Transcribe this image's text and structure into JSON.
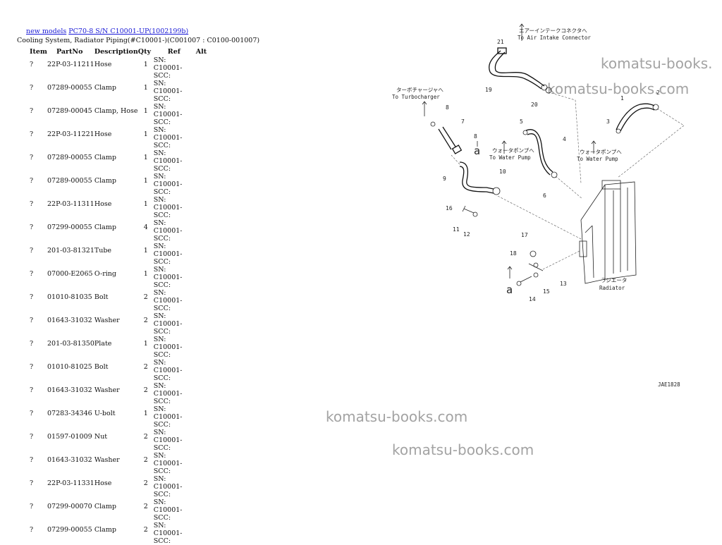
{
  "breadcrumb": {
    "link1": "new models",
    "link2": "PC70-8 S/N C10001-UP(1002199b)"
  },
  "subtitle": "Cooling System, Radiator Piping(#C10001-)(C001007 : C0100-001007)",
  "columns": [
    "Item",
    "PartNo",
    "Description",
    "Qty",
    "Ref",
    "Alt"
  ],
  "rows": [
    {
      "item": "?",
      "partno": "22P-03-11211",
      "desc": "Hose",
      "qty": "1",
      "ref": "SN: C10001-SCC:"
    },
    {
      "item": "?",
      "partno": "07289-00055",
      "desc": "Clamp",
      "qty": "1",
      "ref": "SN: C10001-SCC:"
    },
    {
      "item": "?",
      "partno": "07289-00045",
      "desc": "Clamp, Hose",
      "qty": "1",
      "ref": "SN: C10001-SCC:"
    },
    {
      "item": "?",
      "partno": "22P-03-11221",
      "desc": "Hose",
      "qty": "1",
      "ref": "SN: C10001-SCC:"
    },
    {
      "item": "?",
      "partno": "07289-00055",
      "desc": "Clamp",
      "qty": "1",
      "ref": "SN: C10001-SCC:"
    },
    {
      "item": "?",
      "partno": "07289-00055",
      "desc": "Clamp",
      "qty": "1",
      "ref": "SN: C10001-SCC:"
    },
    {
      "item": "?",
      "partno": "22P-03-11311",
      "desc": "Hose",
      "qty": "1",
      "ref": "SN: C10001-SCC:"
    },
    {
      "item": "?",
      "partno": "07299-00055",
      "desc": "Clamp",
      "qty": "4",
      "ref": "SN: C10001-SCC:"
    },
    {
      "item": "?",
      "partno": "201-03-81321",
      "desc": "Tube",
      "qty": "1",
      "ref": "SN: C10001-SCC:"
    },
    {
      "item": "?",
      "partno": "07000-E2065",
      "desc": "O-ring",
      "qty": "1",
      "ref": "SN: C10001-SCC:"
    },
    {
      "item": "?",
      "partno": "01010-81035",
      "desc": "Bolt",
      "qty": "2",
      "ref": "SN: C10001-SCC:"
    },
    {
      "item": "?",
      "partno": "01643-31032",
      "desc": "Washer",
      "qty": "2",
      "ref": "SN: C10001-SCC:"
    },
    {
      "item": "?",
      "partno": "201-03-81350",
      "desc": "Plate",
      "qty": "1",
      "ref": "SN: C10001-SCC:"
    },
    {
      "item": "?",
      "partno": "01010-81025",
      "desc": "Bolt",
      "qty": "2",
      "ref": "SN: C10001-SCC:"
    },
    {
      "item": "?",
      "partno": "01643-31032",
      "desc": "Washer",
      "qty": "2",
      "ref": "SN: C10001-SCC:"
    },
    {
      "item": "?",
      "partno": "07283-34346",
      "desc": "U-bolt",
      "qty": "1",
      "ref": "SN: C10001-SCC:"
    },
    {
      "item": "?",
      "partno": "01597-01009",
      "desc": "Nut",
      "qty": "2",
      "ref": "SN: C10001-SCC:"
    },
    {
      "item": "?",
      "partno": "01643-31032",
      "desc": "Washer",
      "qty": "2",
      "ref": "SN: C10001-SCC:"
    },
    {
      "item": "?",
      "partno": "22P-03-11331",
      "desc": "Hose",
      "qty": "2",
      "ref": "SN: C10001-SCC:"
    },
    {
      "item": "?",
      "partno": "07299-00070",
      "desc": "Clamp",
      "qty": "2",
      "ref": "SN: C10001-SCC:"
    },
    {
      "item": "?",
      "partno": "07299-00055",
      "desc": "Clamp",
      "qty": "2",
      "ref": "SN: C10001-SCC:"
    }
  ],
  "watermarks": {
    "w1": "komatsu-books.",
    "w2": "komatsu-books.com",
    "w3": "komatsu-books.com",
    "w4": "komatsu-books.com"
  },
  "diagram": {
    "air_intake_jp": "エアーインテークコネクタへ",
    "air_intake_en": "To Air Intake Connector",
    "turbo_jp": "ターボチャージャへ",
    "turbo_en": "To Turbocharger",
    "water_pump_jp": "ウォータポンプへ",
    "water_pump_en": "To Water Pump",
    "radiator_jp": "ラジエータ",
    "radiator_en": "Radiator",
    "arrow_label": "a",
    "code": "JAE1828",
    "callouts": [
      "1",
      "2",
      "3",
      "4",
      "5",
      "6",
      "7",
      "8",
      "9",
      "10",
      "11",
      "12",
      "13",
      "14",
      "15",
      "16",
      "17",
      "18",
      "19",
      "20",
      "21"
    ]
  }
}
